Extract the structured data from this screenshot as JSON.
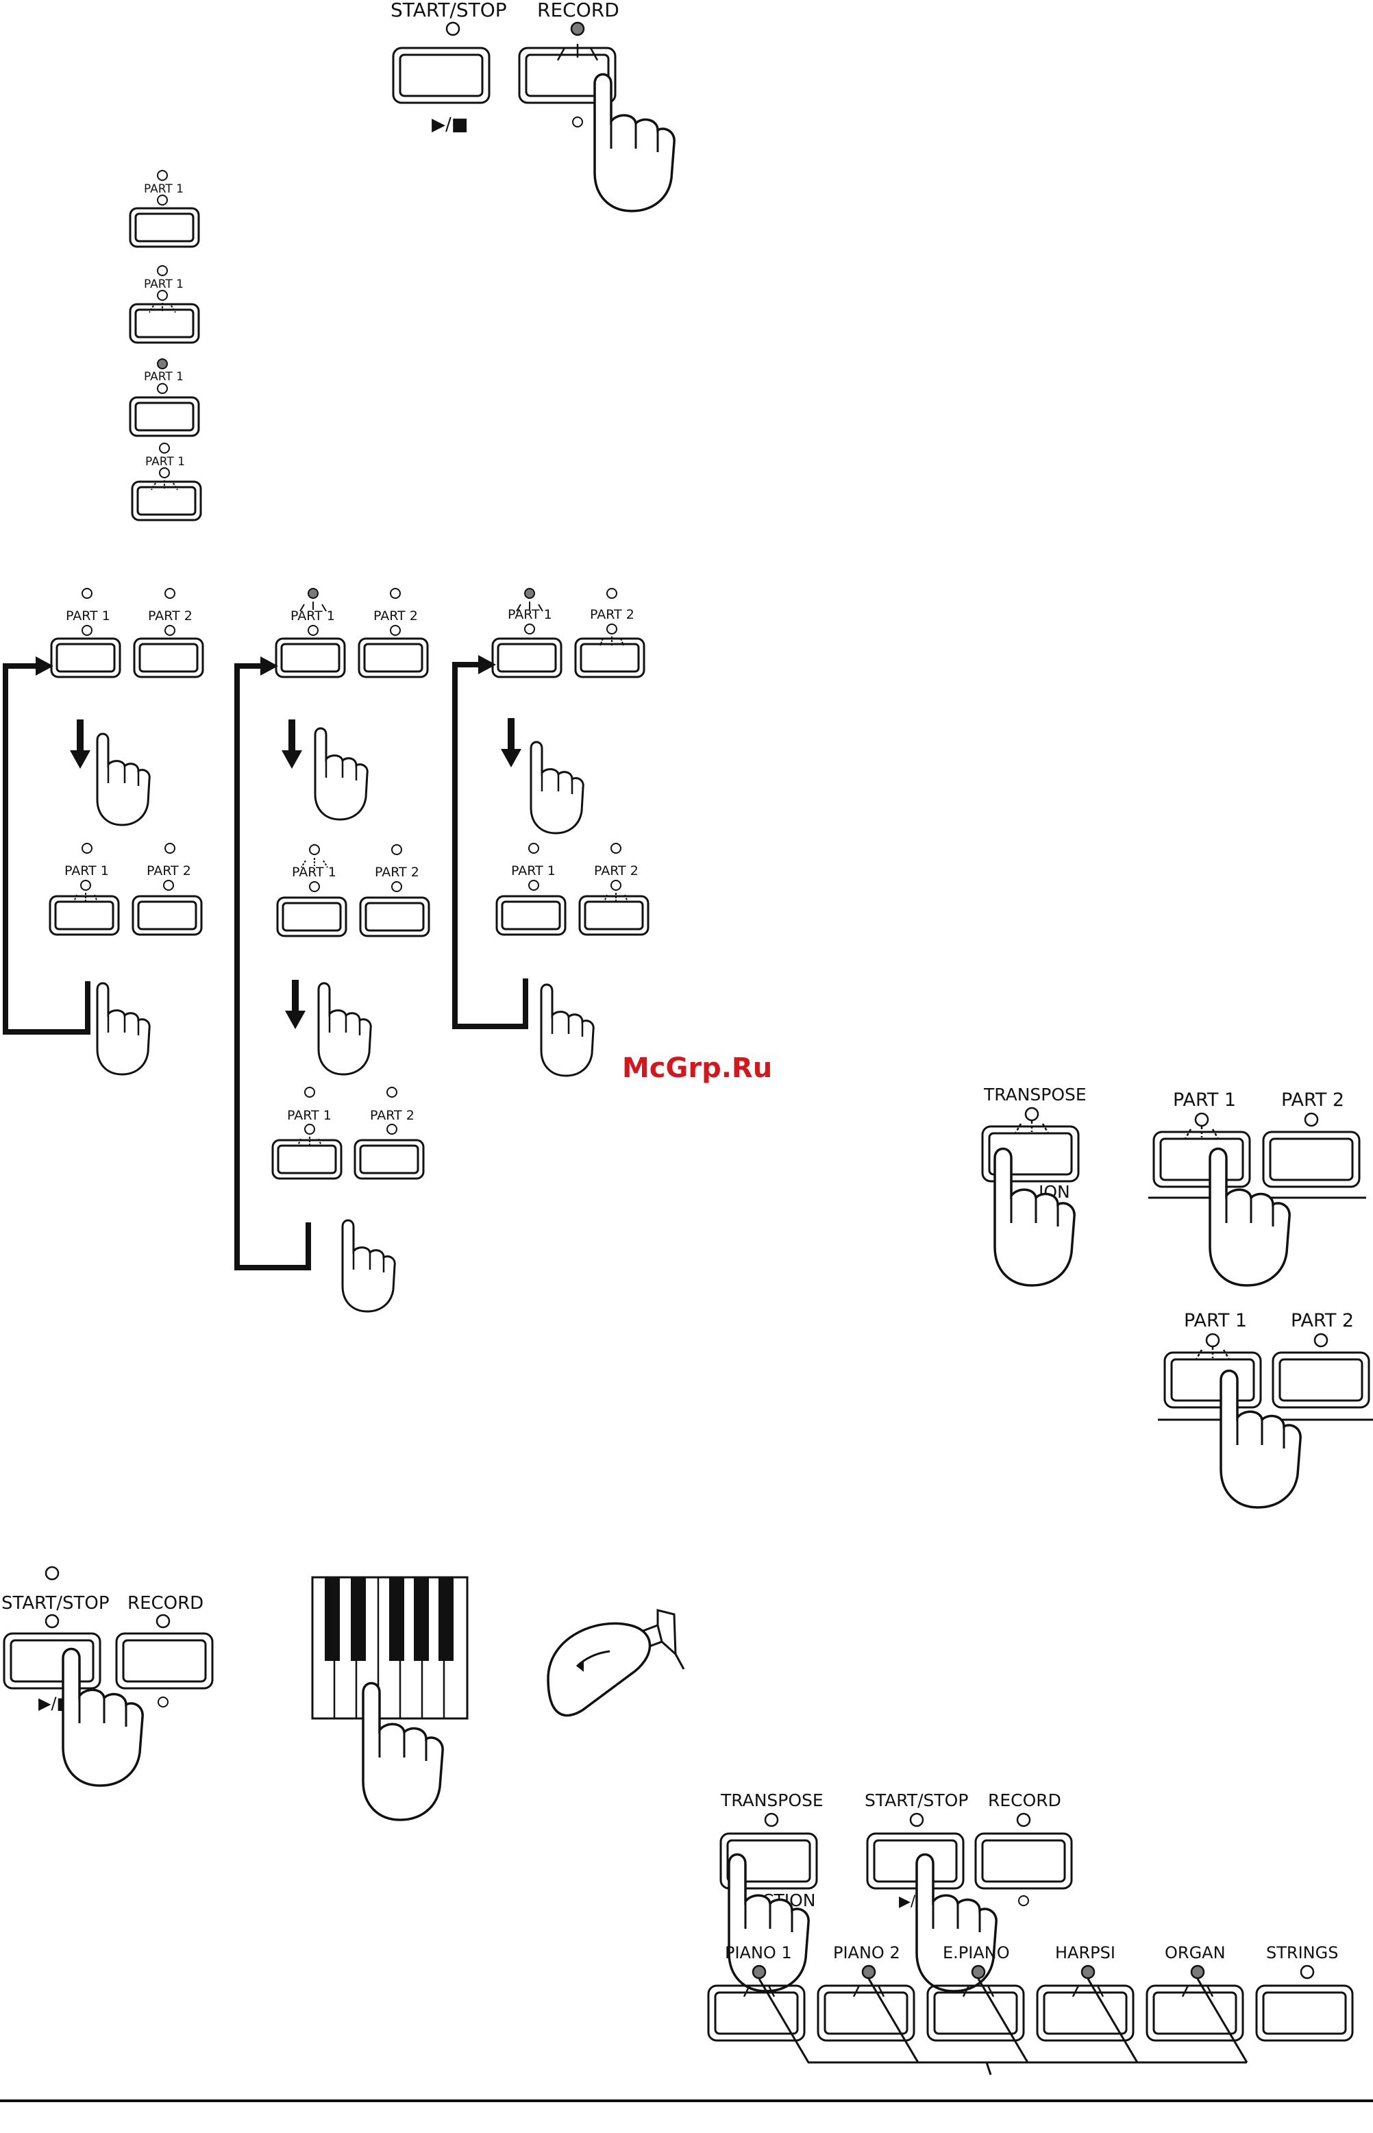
{
  "labels": {
    "start_stop": "START/STOP",
    "record": "RECORD",
    "part1": "PART 1",
    "part2": "PART 2",
    "transpose": "TRANSPOSE",
    "function_partial": "ION",
    "function_partial_2": "CTION",
    "play_stop_symbol": "▶/■",
    "piano1": "PIANO 1",
    "piano2": "PIANO 2",
    "epiano": "E.PIANO",
    "harpsi": "HARPSI",
    "organ": "ORGAN",
    "strings": "STRINGS"
  },
  "watermark": "McGrp.Ru",
  "colors": {
    "ink": "#111111",
    "led_on": "#7a7a7a",
    "watermark": "#d2181f"
  }
}
